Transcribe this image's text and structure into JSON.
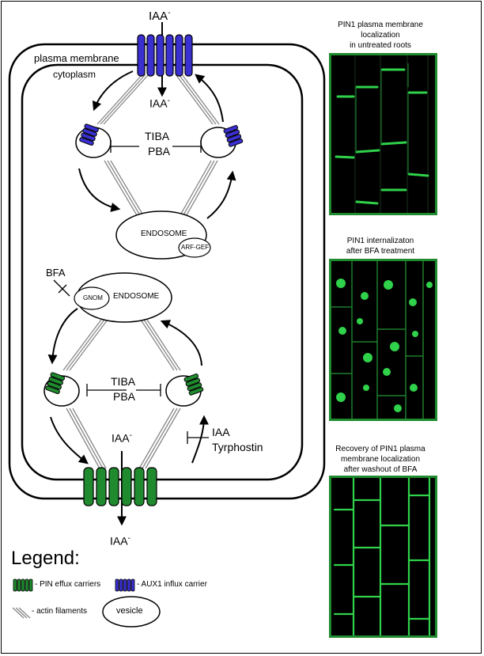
{
  "labels": {
    "iaa_top": "IAA",
    "iaa_inner": "IAA",
    "iaa_lower": "IAA",
    "iaa_bottom": "IAA",
    "superscript": "-",
    "plasma_membrane": "plasma membrane",
    "cytoplasm": "cytoplasm",
    "tiba_upper": "TIBA",
    "pba_upper": "PBA",
    "endosome_upper": "ENDOSOME",
    "arf_gef": "ARF-GEF",
    "bfa": "BFA",
    "gnom": "GNOM",
    "endosome_lower": "ENDOSOME",
    "tiba_lower": "TIBA",
    "pba_lower": "PBA",
    "iaa_inhibitor": "IAA",
    "tyrphostin": "Tyrphostin"
  },
  "legend": {
    "title": "Legend:",
    "pin_label": "- PIN effux carriers",
    "aux_label": "- AUX1 influx carrier",
    "actin_label": "- actin filaments",
    "vesicle_label": "vesicle"
  },
  "panels": [
    {
      "caption_lines": [
        "PIN1 plasma membrane",
        "localization",
        "in untreated roots"
      ]
    },
    {
      "caption_lines": [
        "PIN1 internalizaton",
        "after BFA treatment"
      ]
    },
    {
      "caption_lines": [
        "Recovery of PIN1 plasma",
        "membrane localization",
        "after washout of BFA"
      ]
    }
  ],
  "colors": {
    "aux_blue": "#3a2fd0",
    "pin_green": "#1f8a2e",
    "fluor_green": "#2fd24a",
    "panel_border": "#1f8a2e"
  }
}
